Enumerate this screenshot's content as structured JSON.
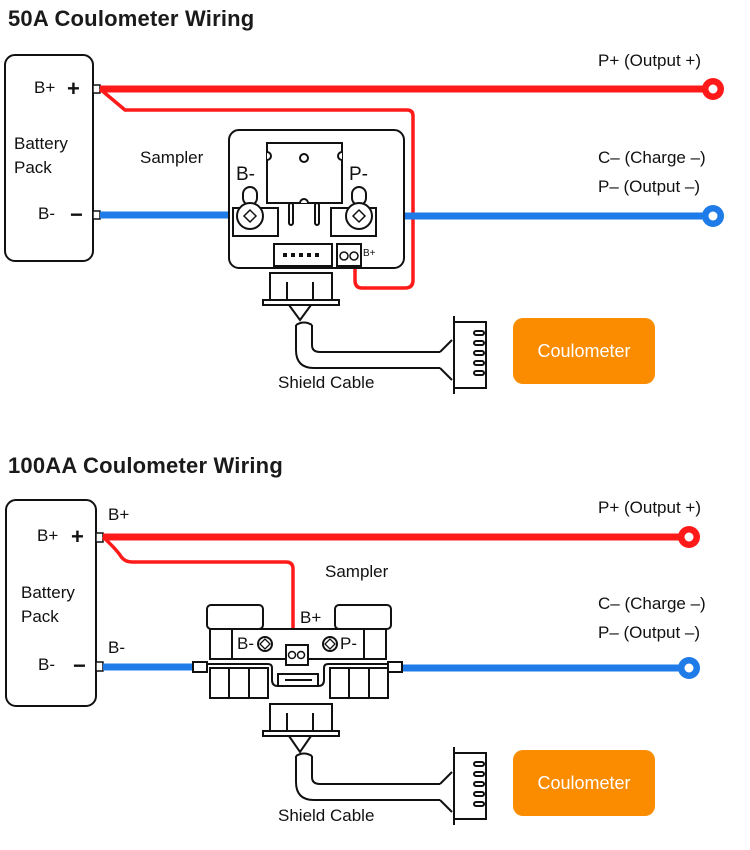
{
  "colors": {
    "positive_wire": "#ff1a1a",
    "negative_wire": "#1e7be8",
    "coulometer_bg": "#fb8c00",
    "line": "#111111"
  },
  "diagram_50a": {
    "title": "50A Coulometer Wiring",
    "battery": {
      "line1": "Battery",
      "line2": "Pack",
      "pos_label": "B+",
      "pos_sign": "+",
      "neg_label": "B-",
      "neg_sign": "−"
    },
    "sampler_label": "Sampler",
    "sampler_terms": {
      "left": "B-",
      "right": "P-",
      "small": "B+"
    },
    "output_pos": "P+ (Output +)",
    "output_neg_1": "C– (Charge –)",
    "output_neg_2": "P– (Output –)",
    "cable_label": "Shield Cable",
    "coulometer": "Coulometer"
  },
  "diagram_100a": {
    "title": "100AA Coulometer Wiring",
    "battery": {
      "line1": "Battery",
      "line2": "Pack",
      "pos_label": "B+",
      "pos_sign": "+",
      "neg_label": "B-",
      "neg_sign": "−"
    },
    "wire_pos_label": "B+",
    "wire_neg_label": "B-",
    "sampler_label": "Sampler",
    "sampler_terms": {
      "left": "B-",
      "right": "P-",
      "small": "B+"
    },
    "output_pos": "P+ (Output +)",
    "output_neg_1": "C– (Charge –)",
    "output_neg_2": "P– (Output –)",
    "cable_label": "Shield Cable",
    "coulometer": "Coulometer"
  }
}
